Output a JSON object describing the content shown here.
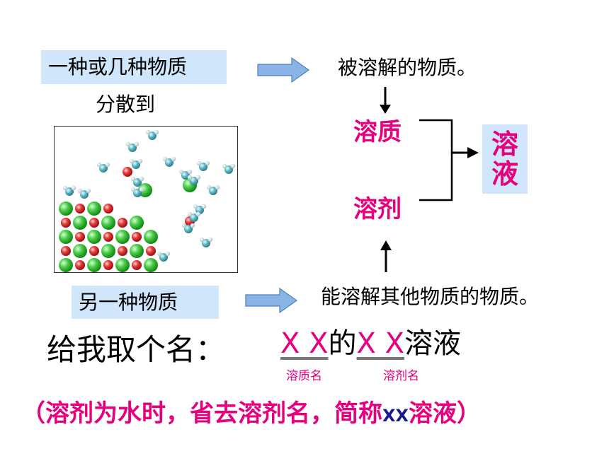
{
  "labels": {
    "one_or_more": "一种或几种物质",
    "disperse_into": "分散到",
    "another": "另一种物质",
    "dissolved_desc": "被溶解的物质。",
    "dissolving_desc": "能溶解其他物质的物质。",
    "solute": "溶质",
    "solvent": "溶剂",
    "solution": "溶液"
  },
  "naming": {
    "prompt": "给我取个名：",
    "formula_x1": "X X",
    "formula_de": "的",
    "formula_x2": "X X",
    "formula_tail": "溶液",
    "sub_solute": "溶质名",
    "sub_solvent": "溶剂名"
  },
  "note": {
    "open": "（溶剂为水时，省去溶剂名，简称",
    "xx": "XX",
    "close": "溶液）"
  },
  "colors": {
    "pink": "#e6007e",
    "navy": "#1a1a8c",
    "box_blue": "#cfe6fb",
    "arrow_blue": "#8ab4e6"
  }
}
